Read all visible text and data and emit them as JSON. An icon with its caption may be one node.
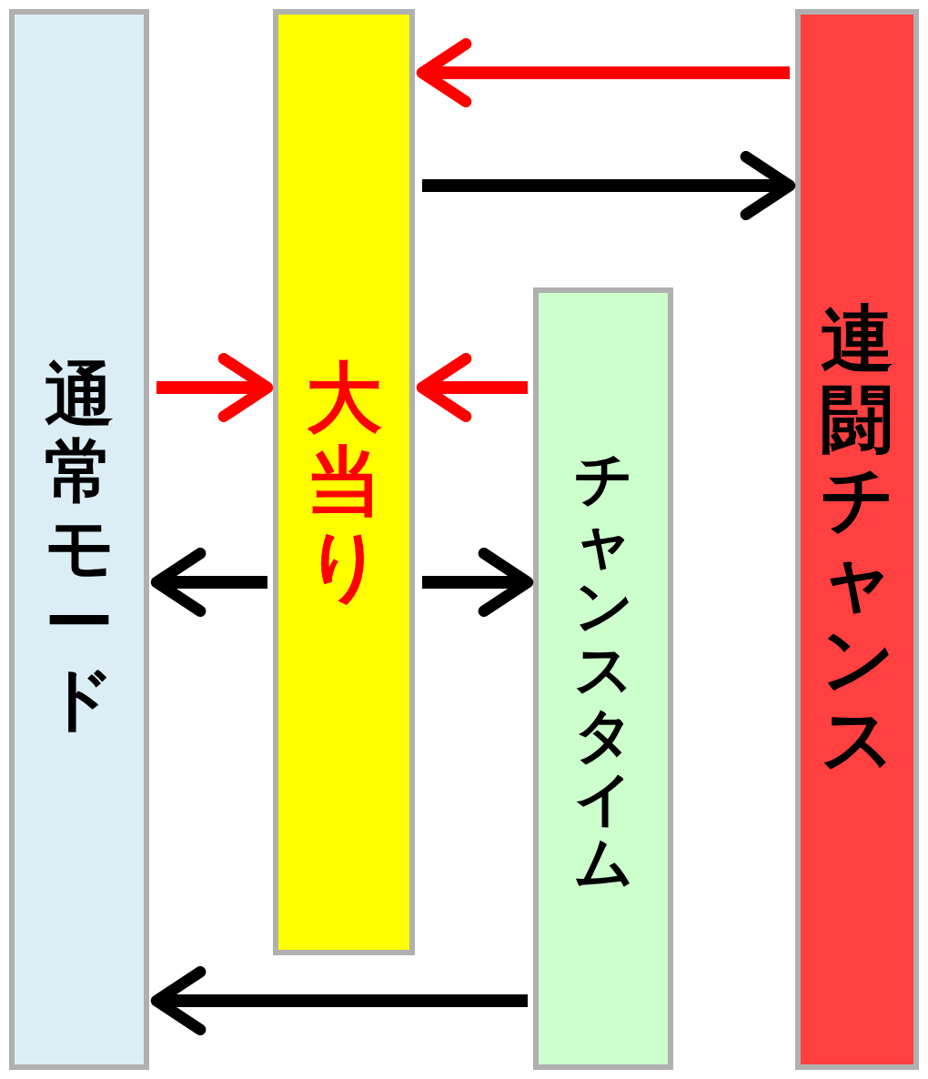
{
  "diagram": {
    "nodes": [
      {
        "text": [
          "通常モード"
        ]
      },
      {
        "text": [
          "大当り"
        ]
      },
      {
        "text": [
          "チャンスタイム"
        ]
      },
      {
        "text": [
          "連闘チャンス"
        ]
      }
    ],
    "edges": [
      {
        "from": 3,
        "to": 1,
        "arrow": "to",
        "color": "#ff0000"
      },
      {
        "from": 1,
        "to": 3,
        "arrow": "to"
      },
      {
        "from": 0,
        "to": 1,
        "arrow": "to",
        "color": "#ff0000"
      },
      {
        "from": 2,
        "to": 1,
        "arrow": "to",
        "color": "#ff0000"
      },
      {
        "from": 1,
        "to": 0,
        "arrow": "to"
      },
      {
        "from": 1,
        "to": 2,
        "arrow": "to"
      },
      {
        "from": 2,
        "to": 0,
        "arrow": "to"
      }
    ]
  }
}
